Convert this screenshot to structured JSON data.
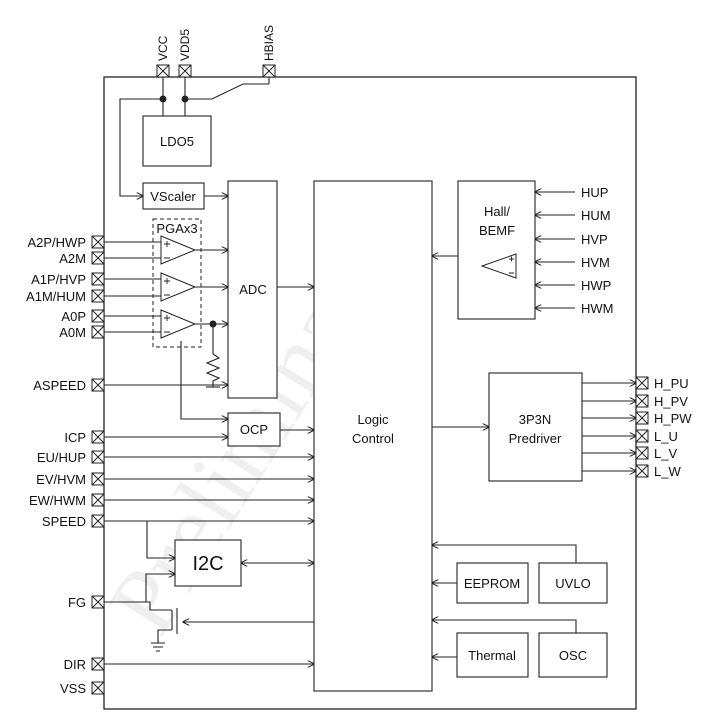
{
  "top_pins": [
    "VCC",
    "VDD5",
    "HBIAS"
  ],
  "left_pins": [
    "A2P/HWP",
    "A2M",
    "A1P/HVP",
    "A1M/HUM",
    "A0P",
    "A0M",
    "ASPEED",
    "ICP",
    "EU/HUP",
    "EV/HVM",
    "EW/HWM",
    "SPEED",
    "FG",
    "DIR",
    "VSS"
  ],
  "right_pins": [
    "H_PU",
    "H_PV",
    "H_PW",
    "L_U",
    "L_V",
    "L_W"
  ],
  "hall_inputs": [
    "HUP",
    "HUM",
    "HVP",
    "HVM",
    "HWP",
    "HWM"
  ],
  "blocks": {
    "ldo5": "LDO5",
    "vscaler": "VScaler",
    "pga": "PGAx3",
    "adc": "ADC",
    "ocp": "OCP",
    "logic_line1": "Logic",
    "logic_line2": "Control",
    "hall_line1": "Hall/",
    "hall_line2": "BEMF",
    "predriver_line1": "3P3N",
    "predriver_line2": "Predriver",
    "i2c": "I2C",
    "eeprom": "EEPROM",
    "uvlo": "UVLO",
    "thermal": "Thermal",
    "osc": "OSC"
  },
  "watermark": "Preliminary"
}
